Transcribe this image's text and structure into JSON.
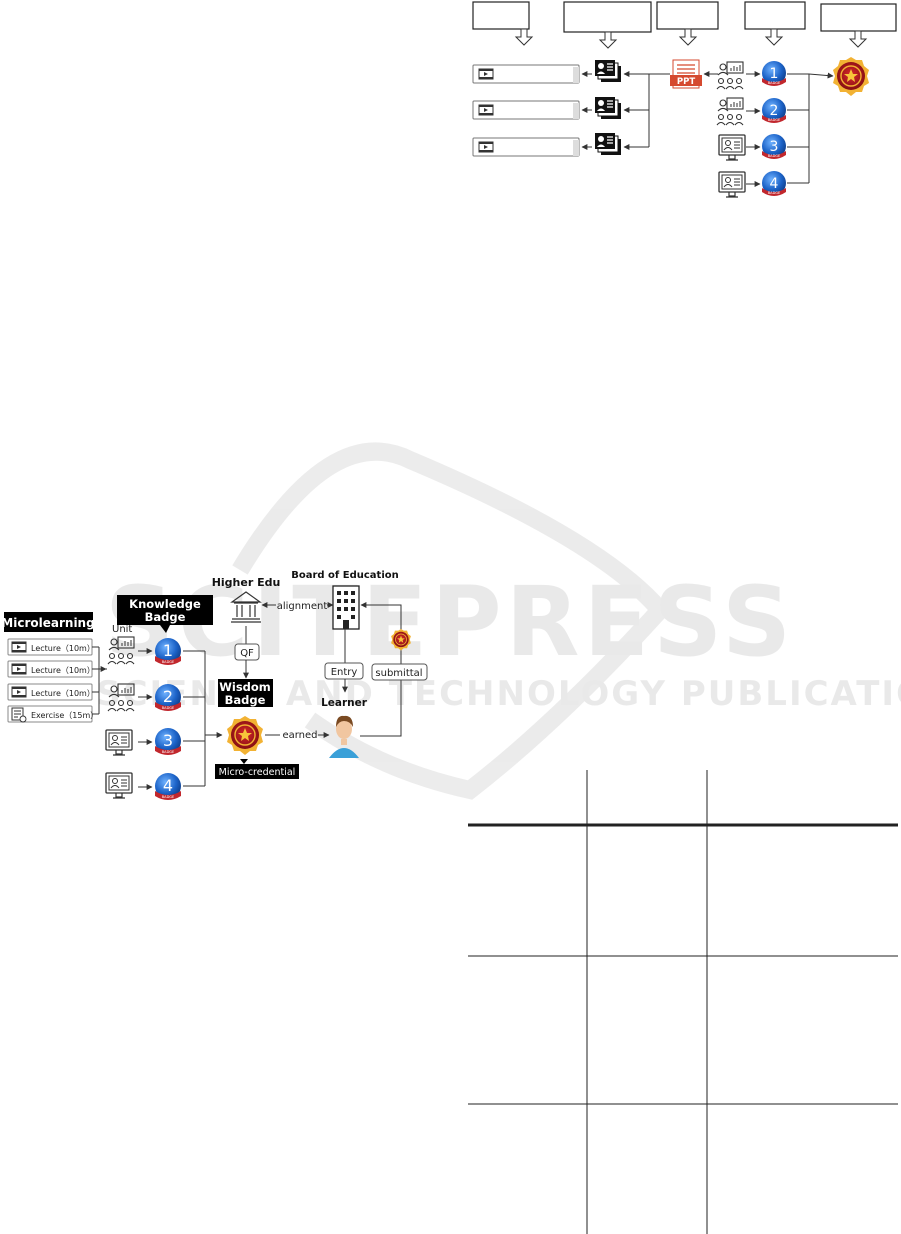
{
  "figure_top": {
    "headers": [
      "",
      "",
      "",
      "",
      ""
    ],
    "microlearning_rows": [
      "",
      "",
      ""
    ],
    "ppt_label": "PPT",
    "badges": [
      "1",
      "2",
      "3",
      "4"
    ],
    "badge_caption": "BADGE"
  },
  "figure_main": {
    "microlearning_title": "Microlearning",
    "micro_items": [
      "Lecture（10m）",
      "Lecture（10m）",
      "Lecture（10m）",
      "Exercise（15m）"
    ],
    "unit_label": "Unit",
    "knowledge_badge_title": [
      "Knowledge",
      "Badge"
    ],
    "badges": [
      "1",
      "2",
      "3",
      "4"
    ],
    "badge_caption": "BADGE",
    "higher_edu": "Higher Edu",
    "board_of_education": "Board of Education",
    "alignment": "alignment",
    "qf": "QF",
    "wisdom_badge_title": [
      "Wisdom",
      "Badge"
    ],
    "micro_credential": "Micro-credential",
    "earned": "earned",
    "entry": "Entry",
    "submittal": "submittal",
    "learner": "Learner"
  },
  "watermark": {
    "line1": "SCITEPRESS",
    "line2": "SCIENCE AND TECHNOLOGY PUBLICATIONS"
  },
  "table": {
    "rows": 3,
    "columns": 3
  }
}
